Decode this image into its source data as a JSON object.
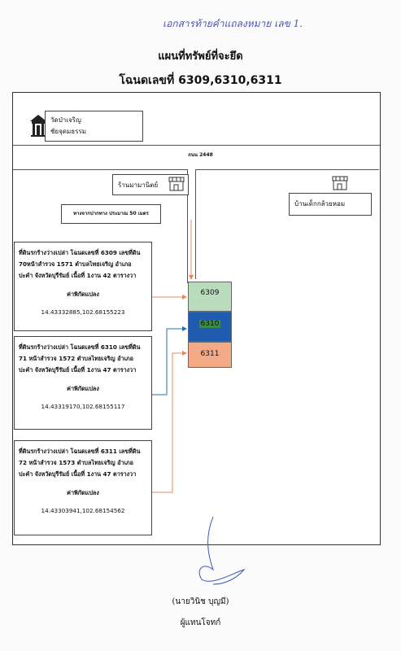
{
  "handwritten_note": "เอกสารท้ายคำแถลงหมาย เลข 1.",
  "title": "แผนที่ทรัพย์ที่จะยึด",
  "deed_title": "โฉนดเลขที่ 6309,6310,6311",
  "temple": {
    "line1": "วัดป่าเจริญ",
    "line2": "ชัยจุดมธรรม"
  },
  "road_label": "ถนน 2448",
  "shop_left": "ร้านมามานิตย์",
  "shop_right": "บ้านเด็กกล้วยหอม",
  "distance_note": "ทางจากปากทาง ประมาณ 50 เมตร",
  "parcels": [
    {
      "id": "6309",
      "color": "#b8dcbc",
      "p1": "ที่ดินรกร้างว่างเปล่า โฉนดเลขที่ 6309 เลขที่ดิน",
      "p2": "70หน้าสำรวจ 1571 ตำบลไทยเจริญ อำเภอ",
      "p3": "ปะคำ จังหวัดบุรีรัมย์ เนื้อที่ 1งาน 42 ตารางวา",
      "coord_header": "ค่าพิกัดแปลง",
      "coord": "14.43332885,102.68155223",
      "arrow_color": "#e08a5c"
    },
    {
      "id": "6310",
      "color": "#1f5cb0",
      "p1": "ที่ดินรกร้างว่างเปล่า โฉนดเลขที่ 6310 เลขที่ดิน",
      "p2": "71 หน้าสำรวจ 1572 ตำบลไทยเจริญ อำเภอ",
      "p3": "ปะคำ จังหวัดบุรีรัมย์ เนื้อที่ 1งาน 47 ตารางวา",
      "coord_header": "ค่าพิกัดแปลง",
      "coord": "14.43319170,102.68155117",
      "arrow_color": "#2a6eb8"
    },
    {
      "id": "6311",
      "color": "#f4aa86",
      "p1": "ที่ดินรกร้างว่างเปล่า โฉนดเลขที่ 6311 เลขที่ดิน",
      "p2": "72 หน้าสำรวจ 1573 ตำบลไทยเจริญ อำเภอ",
      "p3": "ปะคำ จังหวัดบุรีรัมย์ เนื้อที่ 1งาน 47 ตารางวา",
      "coord_header": "ค่าพิกัดแปลง",
      "coord": "14.43303941,102.68154562",
      "arrow_color": "#e08a5c"
    }
  ],
  "signer_name": "(นายวินิช บุญมี)",
  "signer_role": "ผู้แทนโจทก์",
  "icons": {
    "temple": "temple-icon",
    "shop": "shop-icon"
  }
}
